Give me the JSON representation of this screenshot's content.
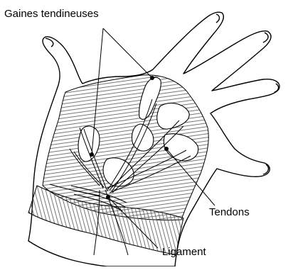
{
  "labels": {
    "sheaths": "Gaines tendineuses",
    "tendons": "Tendons",
    "ligament": "Ligament"
  },
  "colors": {
    "ink": "#000000",
    "paper": "#ffffff",
    "hatch": "#555555"
  }
}
